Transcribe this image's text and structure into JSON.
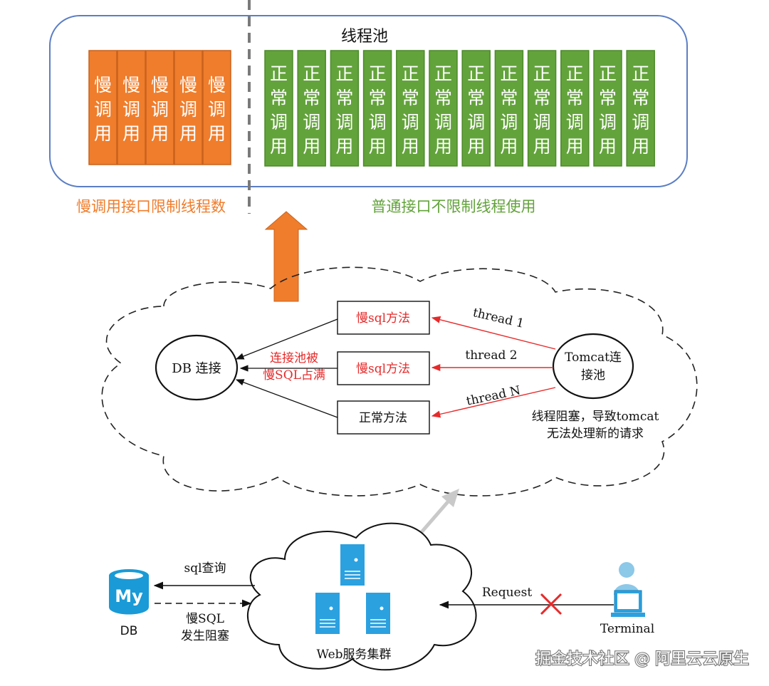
{
  "pool": {
    "title": "线程池",
    "slow_cell_text": "慢调用",
    "slow_count": 5,
    "normal_cell_text": "正常调用",
    "normal_count": 12,
    "slow_caption": "慢调用接口限制线程数",
    "normal_caption": "普通接口不限制线程使用"
  },
  "flow": {
    "db_conn": "DB 连接",
    "tomcat_line1": "Tomcat连",
    "tomcat_line2": "接池",
    "method_slow_1": "慢sql方法",
    "method_slow_2": "慢sql方法",
    "method_normal": "正常方法",
    "thread1": "thread 1",
    "thread2": "thread 2",
    "threadN": "thread N",
    "pool_full_line1": "连接池被",
    "pool_full_line2": "慢SQL占满",
    "blocked_line1": "线程阻塞，导致tomcat",
    "blocked_line2": "无法处理新的请求"
  },
  "bottom": {
    "db_label": "DB",
    "db_logo_text": "My",
    "sql_query": "sql查询",
    "slow_sql_line1": "慢SQL",
    "slow_sql_line2": "发生阻塞",
    "web_cluster": "Web服务集群",
    "request": "Request",
    "terminal": "Terminal"
  },
  "watermark": "掘金技术社区 @ 阿里云云原生",
  "colors": {
    "orange": "#ef7d2c",
    "green": "#63a33b",
    "blue_border": "#5b7ec4",
    "red": "#e62a2a",
    "server_blue": "#2ba1e0",
    "db_blue": "#1a9ad6"
  }
}
